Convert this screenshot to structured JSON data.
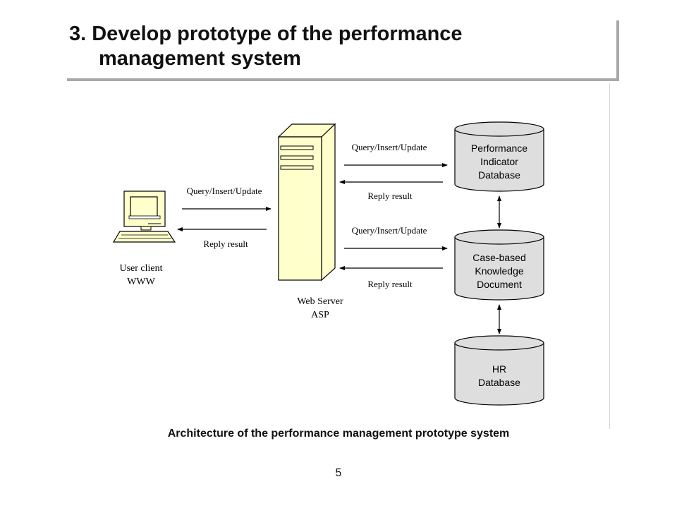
{
  "slide": {
    "title_line1": "3. Develop prototype of the performance",
    "title_line2": "management system",
    "caption": "Architecture of the performance management prototype system",
    "page_number": "5"
  },
  "diagram": {
    "client": {
      "line1": "User client",
      "line2": "WWW",
      "icon": "computer-icon"
    },
    "server": {
      "line1": "Web Server",
      "line2": "ASP",
      "icon": "server-tower-icon"
    },
    "databases": [
      {
        "lines": [
          "Performance",
          "Indicator",
          "Database"
        ]
      },
      {
        "lines": [
          "Case-based",
          "Knowledge",
          "Document"
        ]
      },
      {
        "lines": [
          "HR",
          "Database"
        ]
      }
    ],
    "links": {
      "client_server": {
        "request": "Query/Insert/Update",
        "response": "Reply result"
      },
      "server_db1": {
        "request": "Query/Insert/Update",
        "response": "Reply result"
      },
      "server_db2": {
        "request": "Query/Insert/Update",
        "response": "Reply result"
      }
    },
    "colors": {
      "server_fill": "#ffffcc",
      "database_fill": "#dedede",
      "client_fill": "#ffffcc",
      "line": "#000000"
    }
  }
}
